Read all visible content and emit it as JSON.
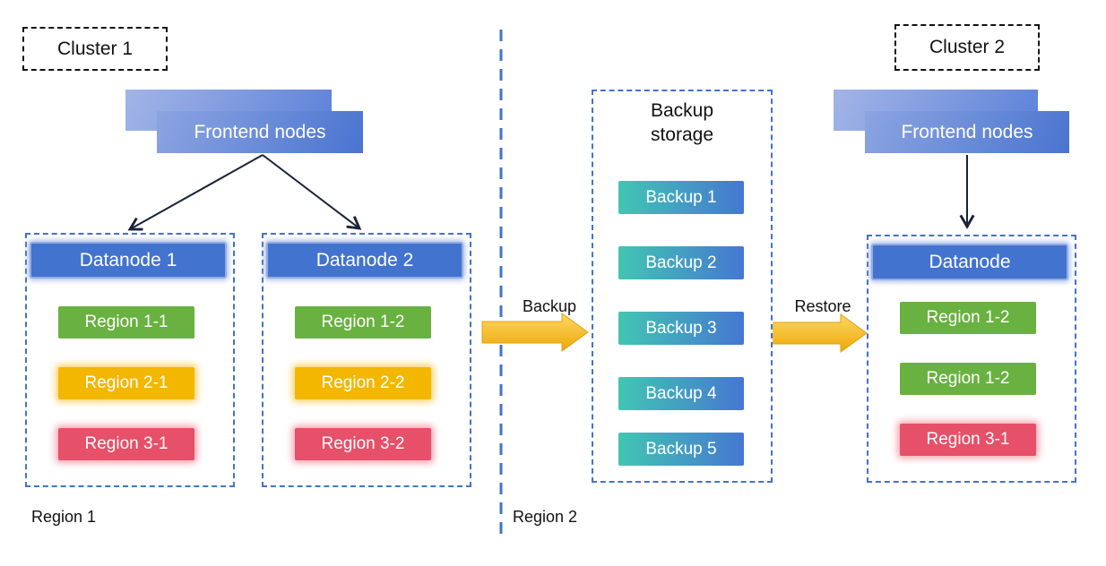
{
  "clusters": {
    "cluster1": {
      "label": "Cluster 1",
      "frontend_label": "Frontend nodes",
      "region_label": "Region 1",
      "datanodes": [
        {
          "title": "Datanode 1",
          "regions": [
            {
              "label": "Region 1-1",
              "color": "green"
            },
            {
              "label": "Region 2-1",
              "color": "yellow"
            },
            {
              "label": "Region 3-1",
              "color": "red"
            }
          ]
        },
        {
          "title": "Datanode 2",
          "regions": [
            {
              "label": "Region 1-2",
              "color": "green"
            },
            {
              "label": "Region 2-2",
              "color": "yellow"
            },
            {
              "label": "Region 3-2",
              "color": "red"
            }
          ]
        }
      ]
    },
    "cluster2": {
      "label": "Cluster 2",
      "frontend_label": "Frontend nodes",
      "region_label": "Region 2",
      "datanodes": [
        {
          "title": "Datanode",
          "regions": [
            {
              "label": "Region 1-2",
              "color": "green"
            },
            {
              "label": "Region 1-2",
              "color": "green"
            },
            {
              "label": "Region 3-1",
              "color": "red"
            }
          ]
        }
      ]
    }
  },
  "backup_storage": {
    "title": "Backup storage",
    "items": [
      "Backup 1",
      "Backup 2",
      "Backup 3",
      "Backup 4",
      "Backup 5"
    ]
  },
  "arrows": {
    "backup_label": "Backup",
    "restore_label": "Restore"
  },
  "colors": {
    "dashed_border_blue": "#4273c9",
    "datanode_header_blue": "#4273ce",
    "frontend_gradient": [
      "#8ca5e1",
      "#4a74d0"
    ],
    "region_green": "#69b140",
    "region_yellow": "#f3b700",
    "region_red": "#e65068",
    "backup_gradient": [
      "#41c6b3",
      "#4677d1"
    ],
    "big_arrow_gradient": [
      "#fbd863",
      "#efa808"
    ],
    "connector_dark": "#1a2238"
  }
}
